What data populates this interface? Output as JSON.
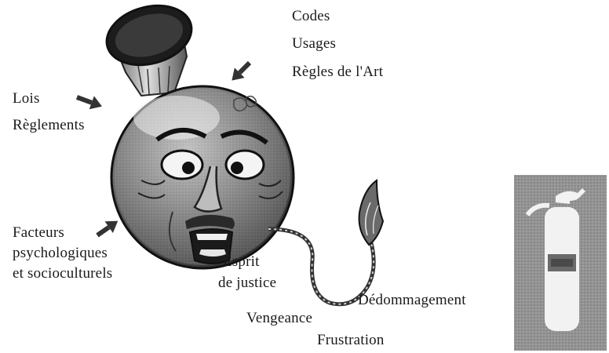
{
  "labels": {
    "codes": "Codes",
    "usages": "Usages",
    "regles_art": "Règles de l'Art",
    "lois": "Lois",
    "reglements": "Règlements",
    "facteurs_line1": "Facteurs",
    "facteurs_line2": "psychologiques",
    "facteurs_line3": "et socioculturels",
    "esprit_line1": "Esprit",
    "esprit_line2": "de justice",
    "vengeance": "Vengeance",
    "frustration": "Frustration",
    "dedommagement": "Dédommagement"
  }
}
